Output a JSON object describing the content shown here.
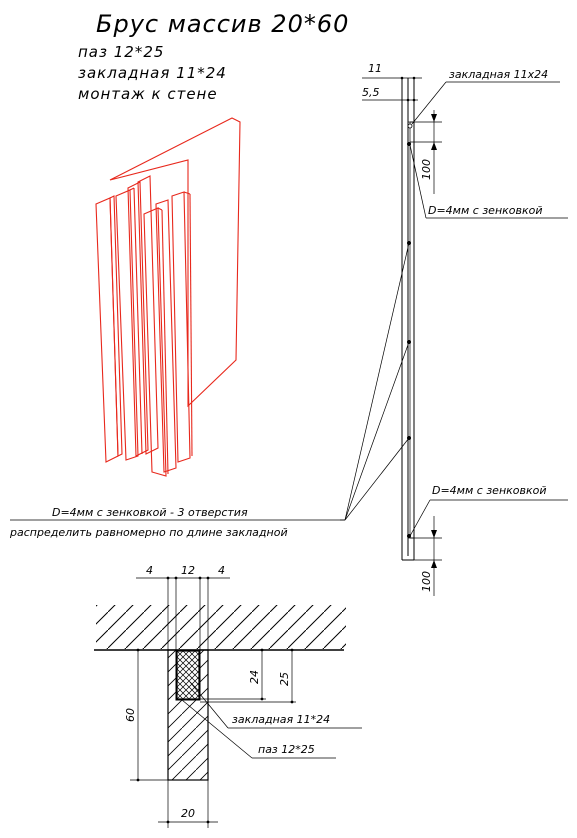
{
  "header": {
    "title": "Брус массив 20*60",
    "lines": [
      "паз 12*25",
      "закладная 11*24",
      "монтаж к стене"
    ]
  },
  "side_view": {
    "dim_width_outer": "11",
    "dim_width_inner": "5,5",
    "embed_label": "закладная 11х24",
    "dim_top": "100",
    "hole_label_top": "D=4мм с зенковкой",
    "hole_label_bottom": "D=4мм с зенковкой",
    "dim_bottom": "100"
  },
  "notes": {
    "holes_line1": "D=4мм с зенковкой - 3 отверстия",
    "holes_line2": "распределить равномерно по длине закладной"
  },
  "section": {
    "dim_left": "4",
    "dim_center": "12",
    "dim_right": "4",
    "dim_24": "24",
    "dim_25": "25",
    "dim_60": "60",
    "dim_20": "20",
    "embed_label": "закладная 11*24",
    "groove_label": "паз 12*25"
  },
  "colors": {
    "line": "#000000",
    "render": "#e8281c",
    "background": "#ffffff"
  }
}
